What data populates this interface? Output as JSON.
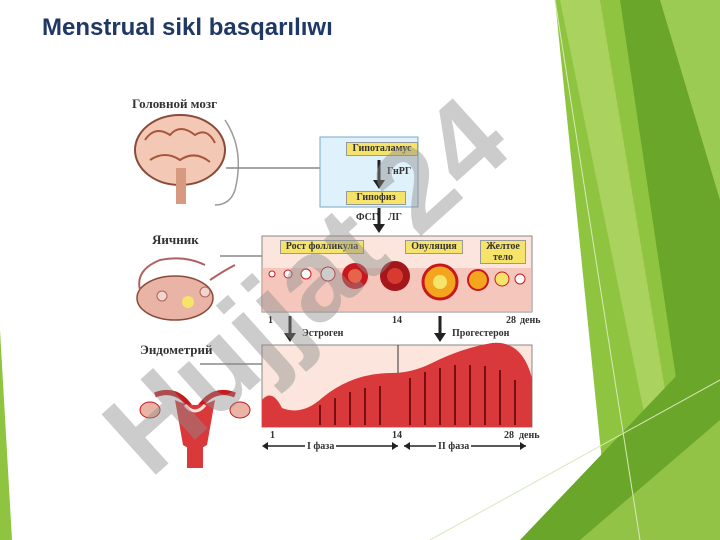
{
  "slide": {
    "title": "Menstrual sikl basqarılıwı"
  },
  "diagram": {
    "brain_label": "Головной мозг",
    "hypothalamus": "Гипоталамус",
    "gnrh": "ГнРГ",
    "pituitary": "Гипофиз",
    "fsh": "ФСГ",
    "lh": "ЛГ",
    "ovary_label": "Яичник",
    "follicle_growth": "Рост фолликула",
    "ovulation": "Овуляция",
    "corpus_luteum": "Желтое тело",
    "endometrium_label": "Эндометрий",
    "estrogen": "Эстроген",
    "progesterone": "Прогестерон",
    "day1": "1",
    "day14": "14",
    "day28": "28",
    "day_unit": "день",
    "phase1": "I фаза",
    "phase2": "II фаза"
  },
  "watermark": {
    "text": "Hujjat 24"
  },
  "colors": {
    "title": "#1f3864",
    "green_dark": "#6aa62a",
    "green_light": "#b5d96b",
    "tissue_red": "#c8181e",
    "label_yellow": "#f6e36a",
    "hormone_box": "#dff1fb"
  }
}
